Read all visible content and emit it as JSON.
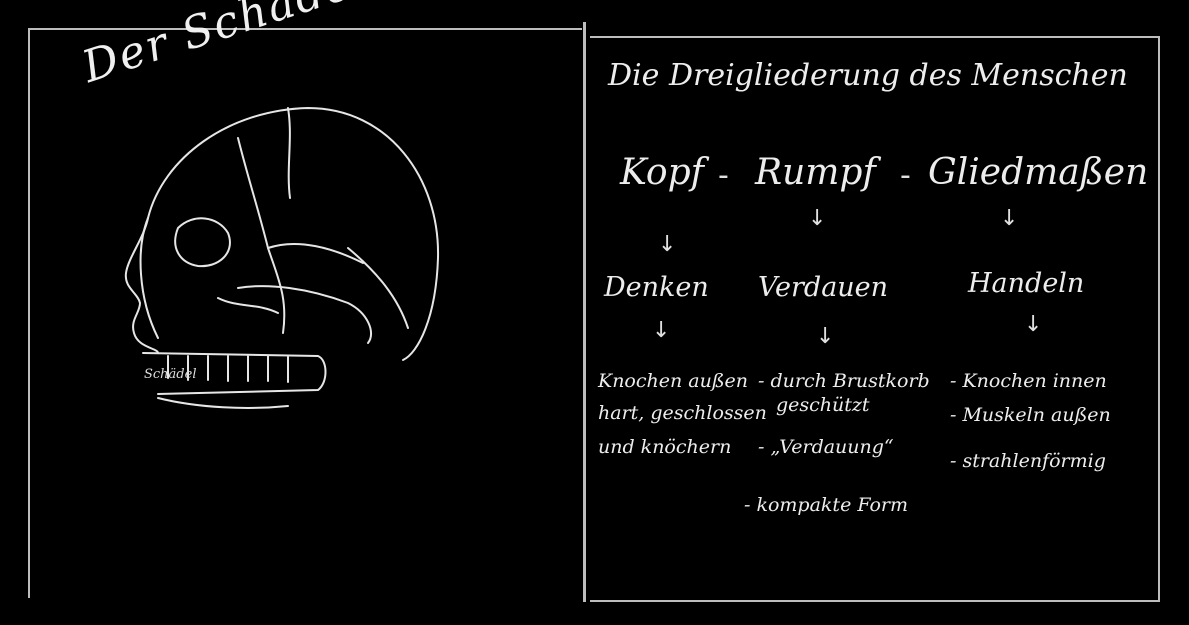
{
  "left_panel": {
    "title": "Der Schädel",
    "skull_label": "Schädel"
  },
  "right_panel": {
    "title": "Die Dreigliederung des Menschen",
    "columns": [
      {
        "heading": "Kopf",
        "function": "Denken",
        "notes": [
          "Knochen außen",
          "hart, geschlossen",
          "und knöchern"
        ]
      },
      {
        "heading": "Rumpf",
        "function": "Verdauen",
        "notes": [
          "- durch Brustkorb",
          "geschützt",
          "- „Verdauung“",
          "- kompakte Form"
        ]
      },
      {
        "heading": "Gliedmaßen",
        "function": "Handeln",
        "notes": [
          "- Knochen innen",
          "- Muskeln außen",
          "- strahlenförmig"
        ]
      }
    ],
    "separator": "-",
    "arrow": "↓"
  },
  "colors": {
    "background": "#000000",
    "chalk": "#ededed",
    "frame": "#bdbdbd"
  }
}
